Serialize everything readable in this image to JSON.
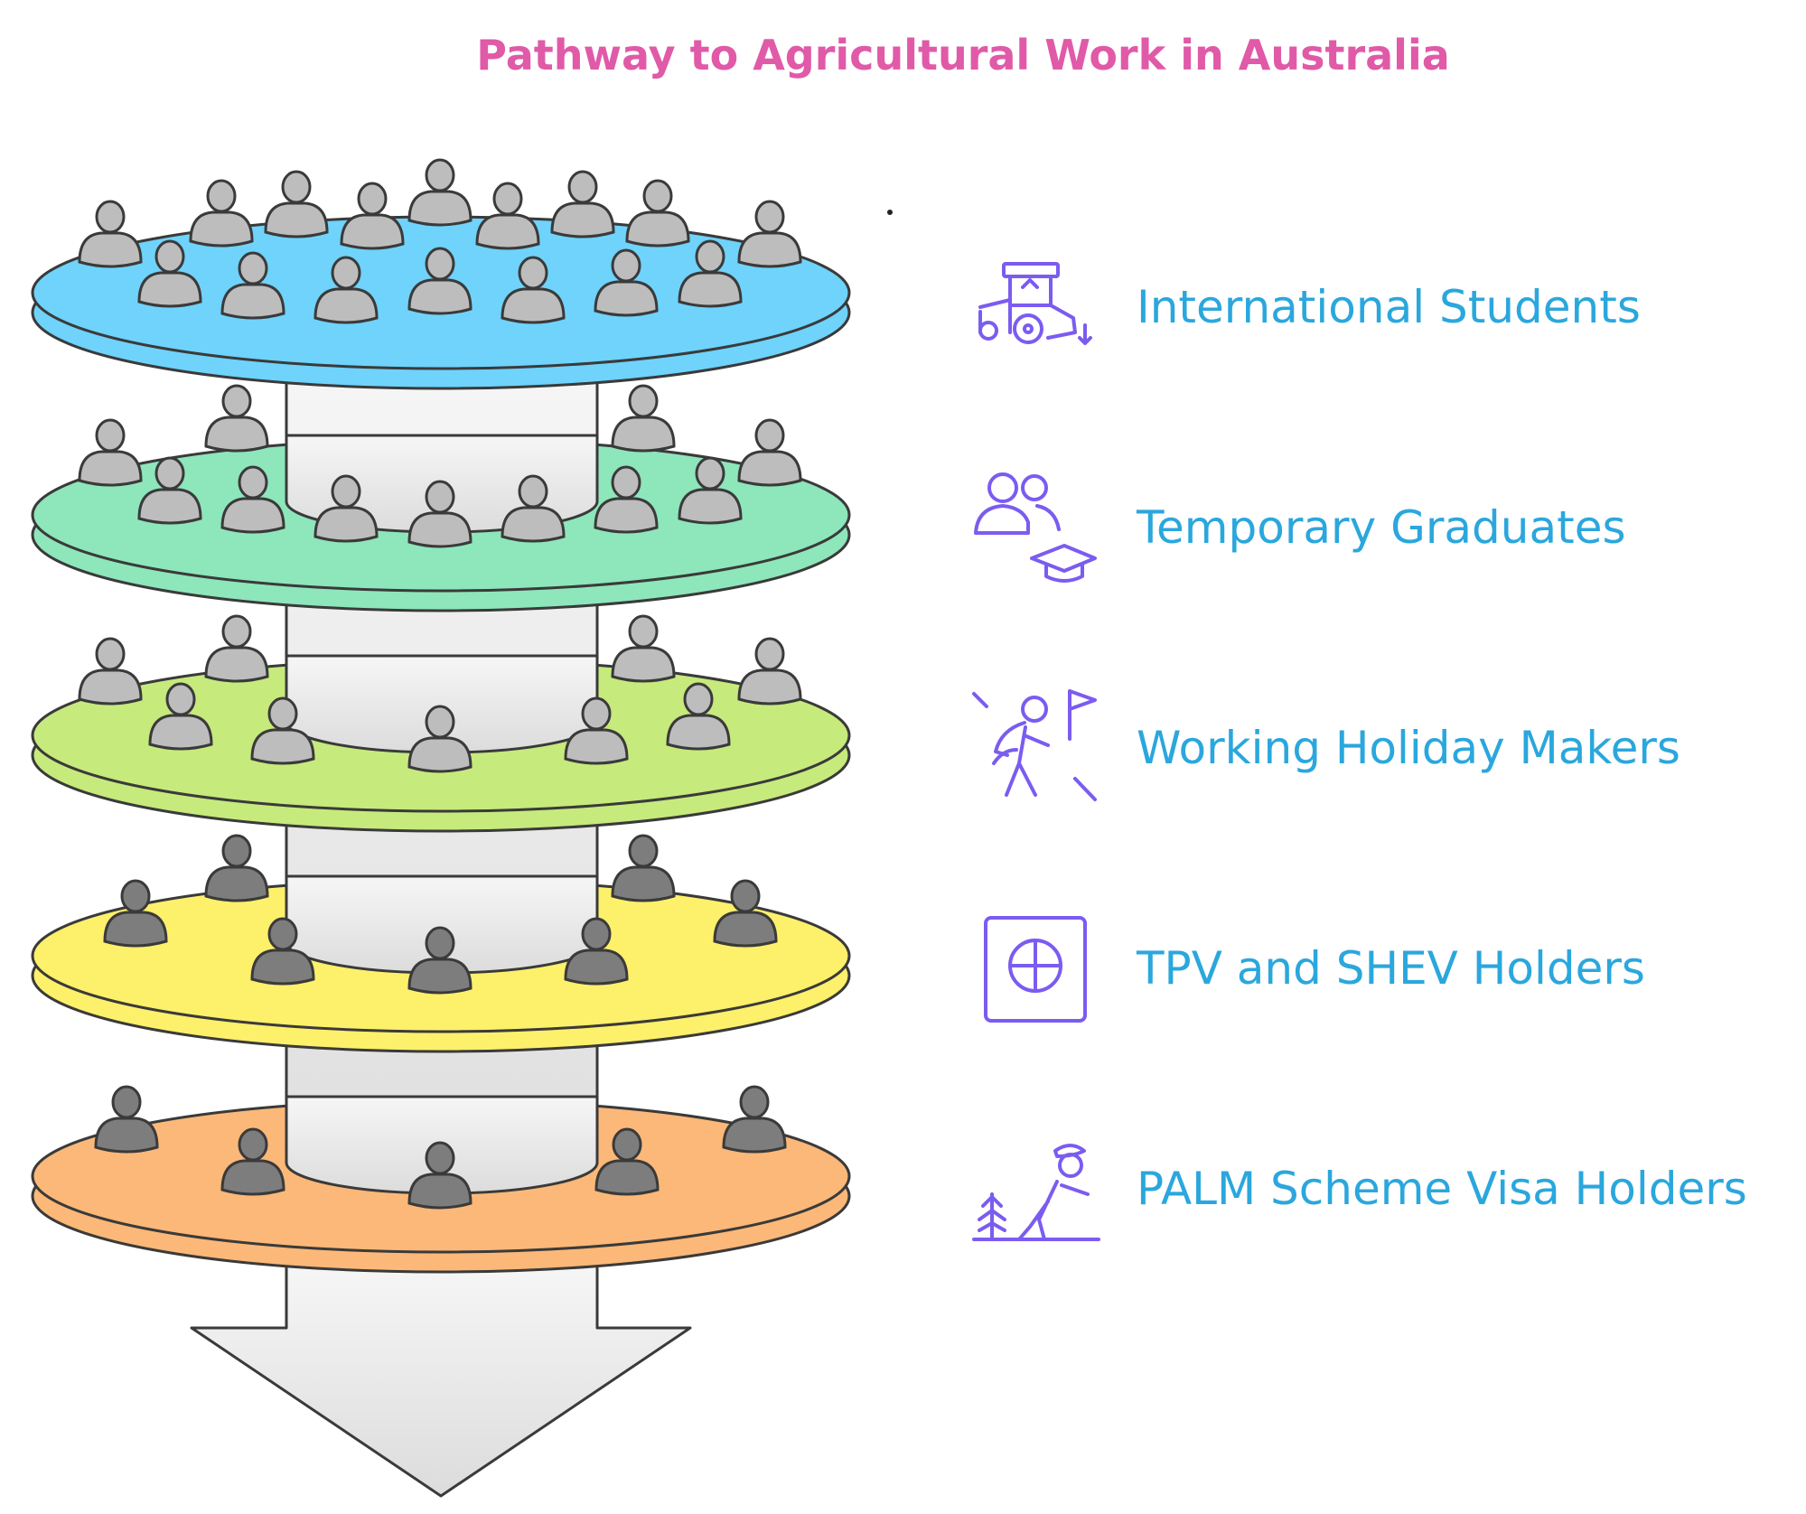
{
  "title": "Pathway to Agricultural Work in Australia",
  "colors": {
    "title": "#e05aa8",
    "label": "#2aa7dd",
    "icon": "#7b5cf0",
    "outline": "#3a3a3a",
    "column": "#f2f2f2",
    "arrow": "#cccccc",
    "person_light": "#bdbdbd",
    "person_dark": "#7d7d7d"
  },
  "tiers": [
    {
      "label": "International Students",
      "color": "#6fd3fb",
      "icon": "tractor-icon"
    },
    {
      "label": "Temporary Graduates",
      "color": "#8ee6bb",
      "icon": "graduates-icon"
    },
    {
      "label": "Working Holiday Makers",
      "color": "#c6ea7c",
      "icon": "hiker-icon"
    },
    {
      "label": "TPV and SHEV Holders",
      "color": "#fdf06b",
      "icon": "passport-icon"
    },
    {
      "label": "PALM Scheme Visa Holders",
      "color": "#fbb878",
      "icon": "farmer-icon"
    }
  ]
}
